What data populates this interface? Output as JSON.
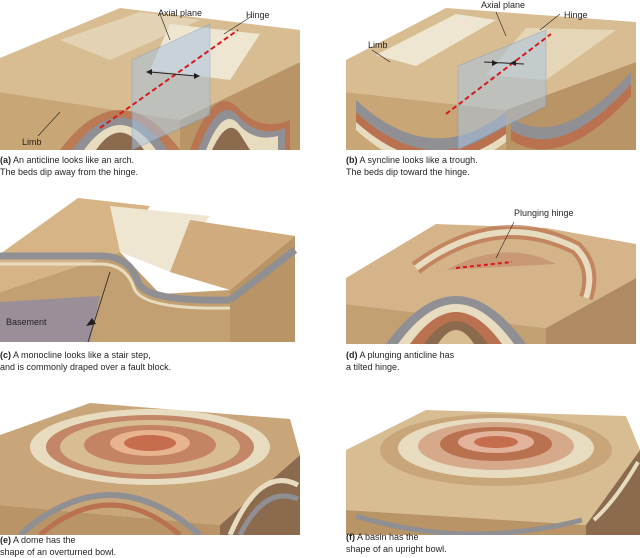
{
  "panels": [
    {
      "id": "a",
      "letter": "(a)",
      "line1": "An anticline looks like an arch.",
      "line2": "The beds dip away from the hinge."
    },
    {
      "id": "b",
      "letter": "(b)",
      "line1": "A syncline looks like a trough.",
      "line2": "The beds dip toward the hinge."
    },
    {
      "id": "c",
      "letter": "(c)",
      "line1": "A monocline looks like a stair step,",
      "line2": "and is commonly draped over a fault block."
    },
    {
      "id": "d",
      "letter": "(d)",
      "line1": "A plunging anticline has",
      "line2": "a tilted hinge."
    },
    {
      "id": "e",
      "letter": "(e)",
      "line1": "A dome has the",
      "line2": "shape of an overturned bowl."
    },
    {
      "id": "f",
      "letter": "(f)",
      "line1": "A basin has the",
      "line2": "shape of an upright bowl."
    }
  ],
  "labels": {
    "axial_plane": "Axial plane",
    "hinge": "Hinge",
    "limb": "Limb",
    "basement": "Basement",
    "plunging_hinge": "Plunging hinge"
  },
  "colors": {
    "bed_tan": "#c9a57a",
    "bed_cream": "#e8dcc0",
    "bed_rust": "#b9714f",
    "bed_grey": "#8f8f94",
    "bed_brown": "#8c6a4d",
    "plane_blue": "#a9c3df",
    "hinge_red": "#d7191c"
  }
}
